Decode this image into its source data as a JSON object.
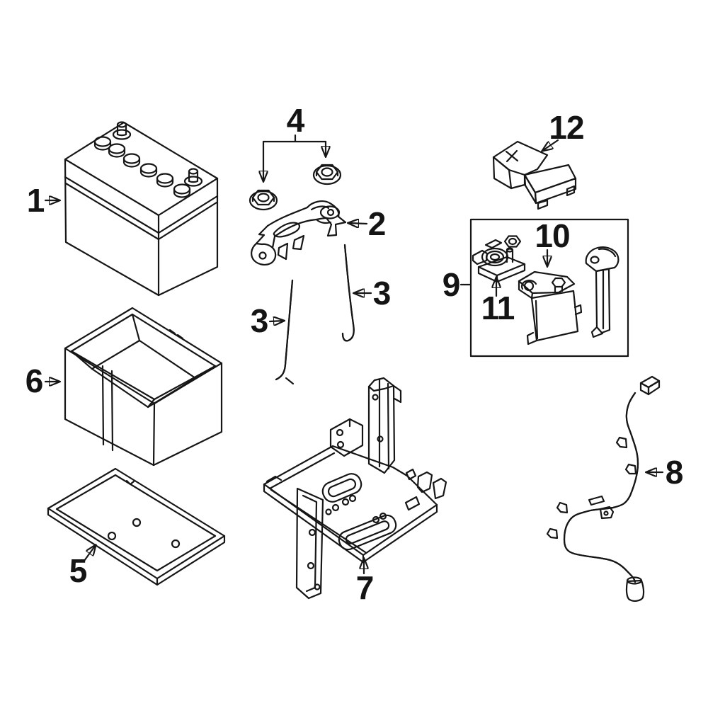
{
  "diagram": {
    "type": "exploded-parts-diagram",
    "subject": "automotive battery, tray and cable mounting parts",
    "background_color": "#ffffff",
    "line_color": "#161616",
    "highlight_fill_color": "#3a5fad",
    "highlight_outline_color": "#1b2a5c",
    "group_box_part": "9",
    "highlighted_part_numbers": [
      "3"
    ],
    "callouts": [
      {
        "label": "1",
        "part": "battery"
      },
      {
        "label": "2",
        "part": "battery-hold-down-bracket"
      },
      {
        "label": "3",
        "part": "j-bolt-left"
      },
      {
        "label": "3",
        "part": "j-bolt-right"
      },
      {
        "label": "4",
        "part": "hold-down-flange-nuts"
      },
      {
        "label": "5",
        "part": "battery-tray-pad"
      },
      {
        "label": "6",
        "part": "battery-box"
      },
      {
        "label": "7",
        "part": "battery-tray"
      },
      {
        "label": "8",
        "part": "battery-cable"
      },
      {
        "label": "9",
        "part": "terminal-hardware-group"
      },
      {
        "label": "10",
        "part": "fusible-link-holder"
      },
      {
        "label": "11",
        "part": "battery-terminal"
      },
      {
        "label": "12",
        "part": "positive-terminal-cover"
      }
    ]
  }
}
